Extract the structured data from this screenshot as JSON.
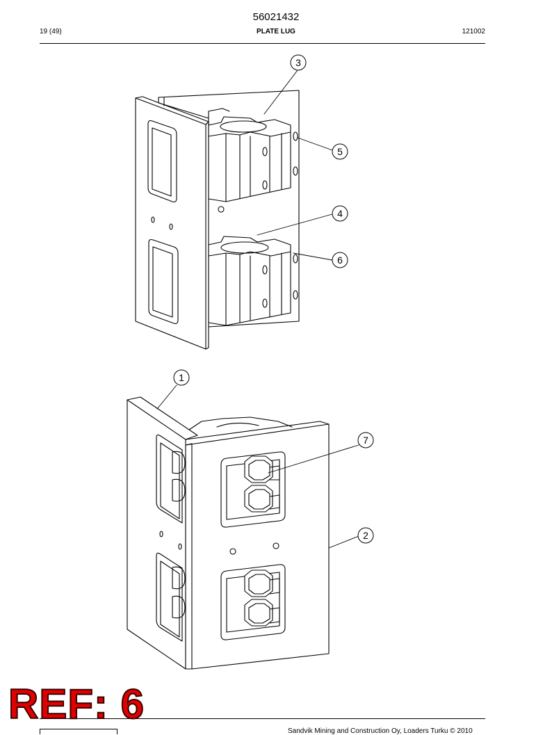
{
  "header": {
    "document_number": "56021432",
    "page_count": "19 (49)",
    "title": "PLATE LUG",
    "part_number": "121002"
  },
  "callouts": [
    "3",
    "5",
    "4",
    "6",
    "1",
    "7",
    "2"
  ],
  "stamp": {
    "text": "REF: 6",
    "color": "#e00000"
  },
  "footer": {
    "text": "Sandvik Mining and Construction Oy, Loaders Turku © 2010"
  }
}
